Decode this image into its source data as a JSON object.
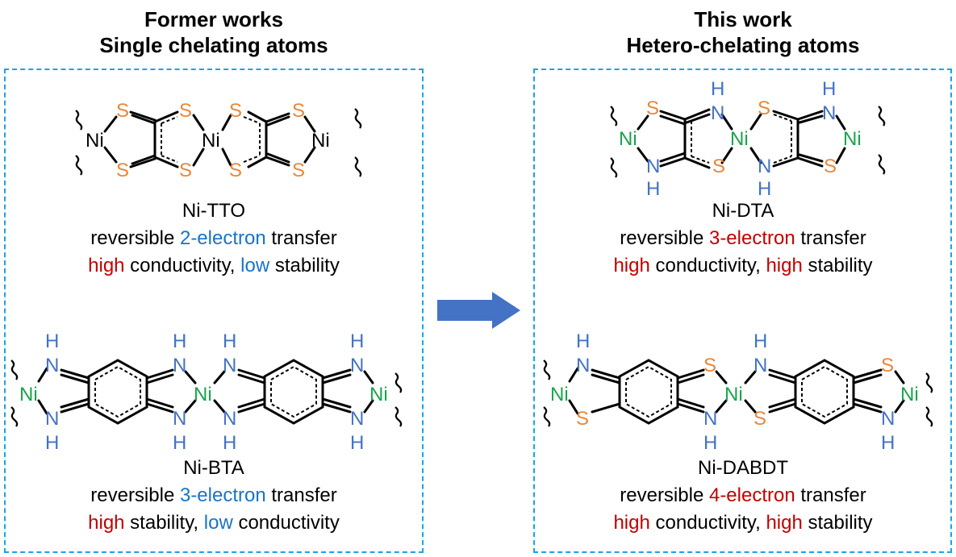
{
  "left": {
    "heading": [
      "Former works",
      "Single chelating atoms"
    ],
    "top": {
      "name": "Ni-TTO",
      "transfer": {
        "pre": "reversible ",
        "hl": "2-electron",
        "post": " transfer"
      },
      "props": {
        "a": "high",
        "b": " conductivity, ",
        "c": "low",
        "d": " stability"
      }
    },
    "bottom": {
      "name": "Ni-BTA",
      "transfer": {
        "pre": "reversible ",
        "hl": "3-electron",
        "post": " transfer"
      },
      "props": {
        "a": "high",
        "b": " stability, ",
        "c": "low",
        "d": " conductivity"
      }
    }
  },
  "right": {
    "heading": [
      "This work",
      "Hetero-chelating atoms"
    ],
    "top": {
      "name": "Ni-DTA",
      "transfer": {
        "pre": "reversible ",
        "hl": "3-electron",
        "post": " transfer"
      },
      "props": {
        "a": "high",
        "b": " conductivity, ",
        "c": "high",
        "d": " stability"
      }
    },
    "bottom": {
      "name": "Ni-DABDT",
      "transfer": {
        "pre": "reversible ",
        "hl": "4-electron",
        "post": " transfer"
      },
      "props": {
        "a": "high",
        "b": " conductivity, ",
        "c": "high",
        "d": " stability"
      }
    }
  },
  "atoms": {
    "S": "S",
    "N": "N",
    "H": "H",
    "Ni": "Ni"
  },
  "colors": {
    "frame": "#1aa3e8",
    "arrow": "#4472c4",
    "S": "#e8873a",
    "N": "#4472c4",
    "Ni": "#1aa34a",
    "red": "#c00000",
    "blue": "#1a73c6"
  }
}
